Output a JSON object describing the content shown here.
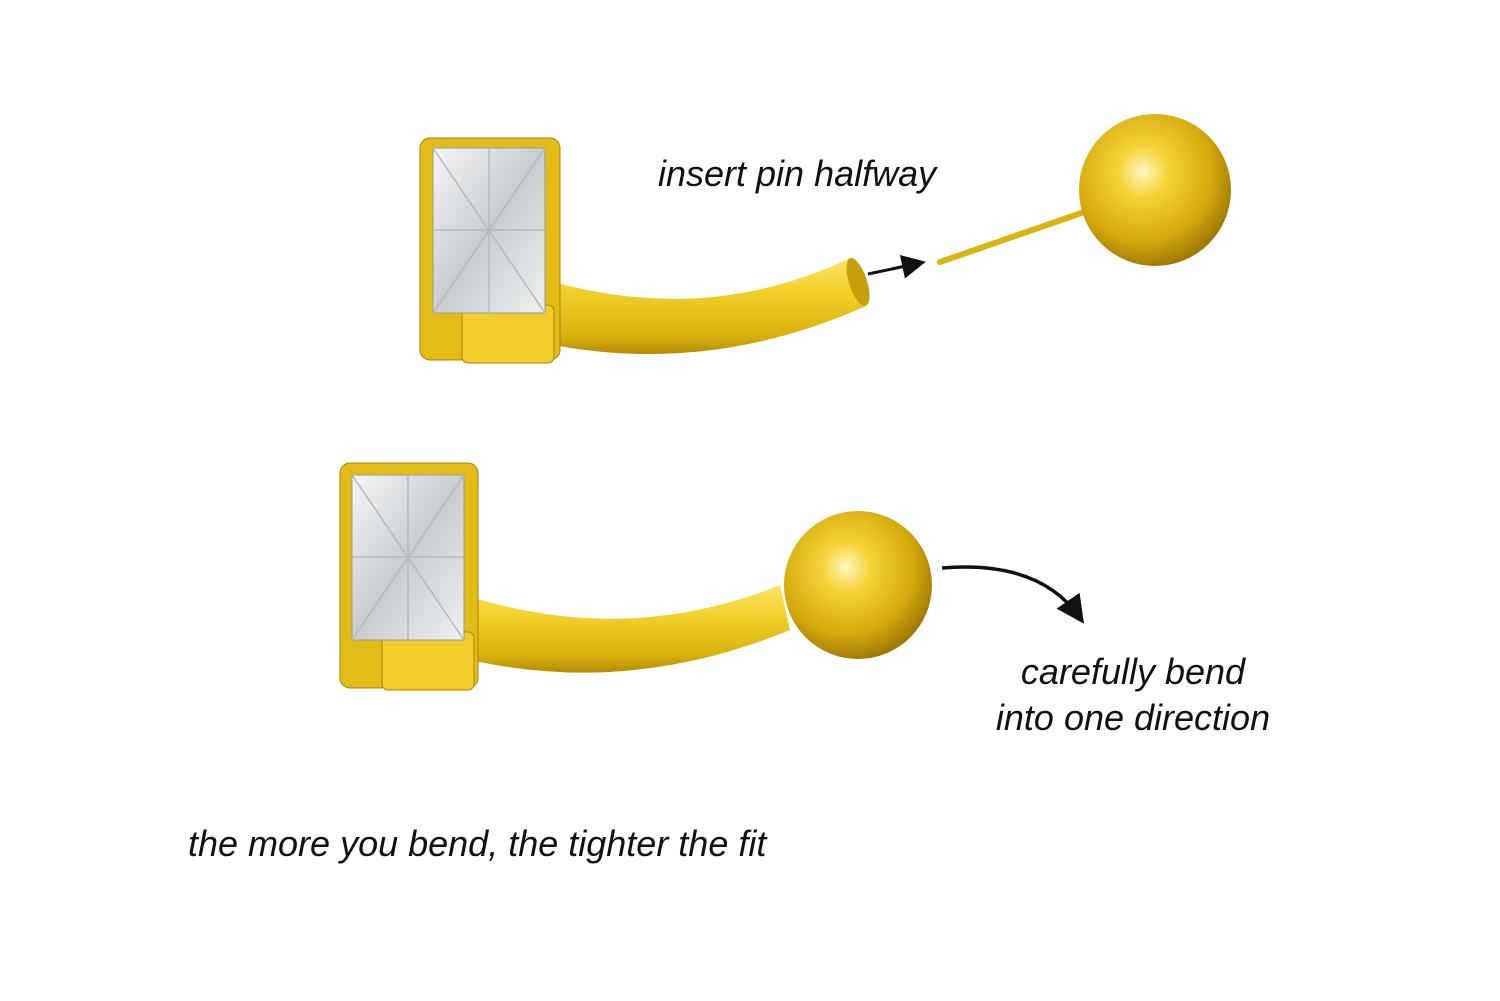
{
  "steps": {
    "step1_label": "insert pin halfway",
    "step2_line1": "carefully bend",
    "step2_line2": "into one direction",
    "footer_note": "the more you bend, the tighter the fit"
  },
  "colors": {
    "gold": "#e6c21c",
    "gold_dark": "#b08a05",
    "gold_light": "#fbe87a",
    "gem": "#e8eaec",
    "arrow": "#111111"
  }
}
